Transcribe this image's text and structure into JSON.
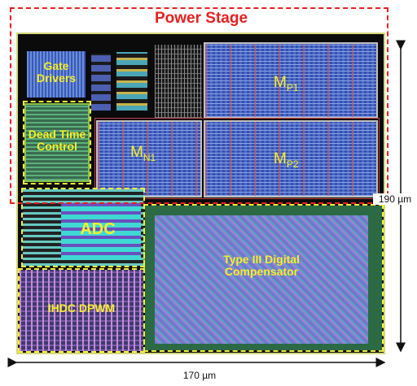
{
  "labels": {
    "power_stage": "Power Stage",
    "gate_drivers": "Gate Drivers",
    "dead_time_control": "Dead Time Control",
    "mn1_main": "M",
    "mn1_sub": "N1",
    "mp1_main": "M",
    "mp1_sub": "P1",
    "mp2_main": "M",
    "mp2_sub": "P2",
    "adc": "ADC",
    "type3_comp": "Type III Digital Compensator",
    "ihdc_dpwm": "IHDC DPWM"
  },
  "dimensions": {
    "height": "190 µm",
    "width": "170 µm"
  },
  "colors": {
    "power_stage_outline": "#e62020",
    "block_outline": "#f2ee3c",
    "label_yellow": "#f7ef2a",
    "title_red": "#e62020"
  }
}
